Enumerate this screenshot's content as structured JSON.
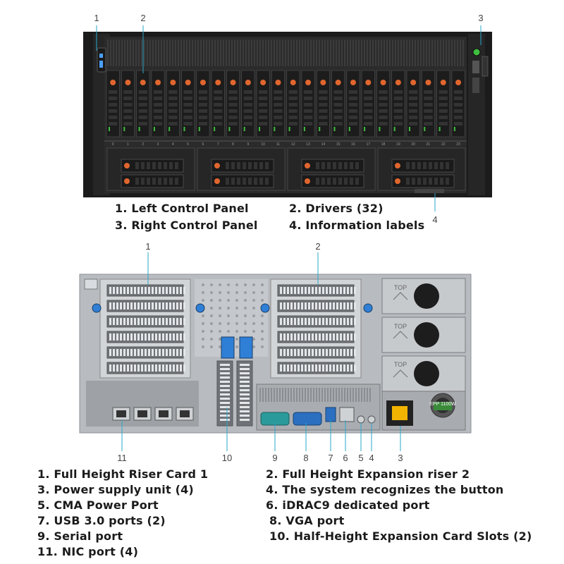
{
  "front": {
    "callouts": [
      "1",
      "2",
      "3",
      "4"
    ],
    "bay_numbers": [
      "0",
      "1",
      "2",
      "3",
      "4",
      "5",
      "6",
      "7",
      "8",
      "9",
      "10",
      "11",
      "12",
      "13",
      "14",
      "15",
      "16",
      "17",
      "18",
      "19",
      "20",
      "21",
      "22",
      "23"
    ],
    "captions": [
      "1. Left Control Panel",
      "2. Drivers (32)",
      "3. Right Control Panel",
      "4. Information labels"
    ]
  },
  "rear": {
    "callouts": [
      "1",
      "2",
      "11",
      "10",
      "9",
      "8",
      "7",
      "6",
      "5",
      "4",
      "3"
    ],
    "psu_top_labels": [
      "TOP",
      "TOP",
      "TOP"
    ],
    "psu_badge": "EPP 1100W",
    "captions": [
      "1. Full Height Riser Card 1",
      "2. Full Height Expansion riser 2",
      "3. Power supply unit (4)",
      "4. The system recognizes the button",
      "5. CMA Power Port",
      "6. iDRAC9 dedicated port",
      "7. USB 3.0 ports (2)",
      "8. VGA port",
      "9. Serial port",
      "10. Half-Height Expansion Card Slots (2)",
      "11. NIC port (4)"
    ]
  },
  "colors": {
    "chassis_dark": "#1e1e1e",
    "front_panel": "#2a2a2a",
    "drive_orange": "#e0662e",
    "led_green": "#3fbf3f",
    "rear_panel": "#c9cdd2",
    "blue_latch": "#2f7fd6",
    "port_teal": "#2a9a9a",
    "port_blue": "#2b6fc0"
  }
}
